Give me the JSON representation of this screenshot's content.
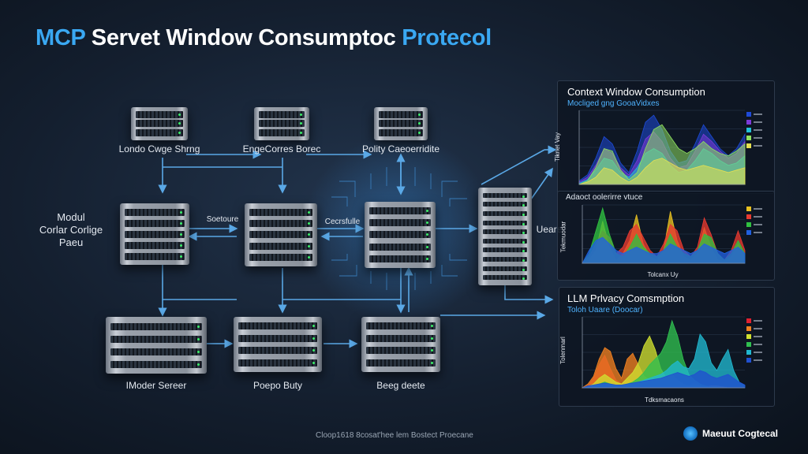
{
  "header": {
    "title_part1": "MCP",
    "title_part2": "Servet Window Consumptoc",
    "title_part3": "Protecol"
  },
  "servers": {
    "top_left_label": "Londo Cwge Shrng",
    "top_mid_label": "EngeCorres Borec",
    "top_right_label": "Polity Caeoerridite",
    "left_side_label_1": "Modul",
    "left_side_label_2": "Corlar Corlige",
    "left_side_label_3": "Paeu",
    "mid_link_label": "Soetoure",
    "center_link_label": "Cecrsfulle",
    "right_tower_label": "Ueare",
    "bottom_left_label": "IModer Sereer",
    "bottom_mid_label": "Poepo Buty",
    "bottom_right_label": "Beeg deete"
  },
  "panels": {
    "panel1_title": "Context Window Consumption",
    "panel1_subtitle": "Mocliged gng GooaVidxes",
    "panel1_ylabel": "Tiknet Vay",
    "panel2_title": "Adaoct oolerirre vtuce",
    "panel2_ylabel": "Tekmuodar",
    "panel2_xlabel": "Tolcanx Uy",
    "panel3_title": "LLM Prlvacy Comsmption",
    "panel3_subtitle": "Toloh Uaare (Doocar)",
    "panel3_ylabel": "Tolenmarl",
    "panel3_xlabel": "Tdksmacaons"
  },
  "footer": {
    "caption": "Cloop1618 8cosat'hee lem Bostect Proecane",
    "brand": "Maeuut Cogtecal"
  },
  "chart_data": [
    {
      "type": "area",
      "x": [
        0,
        1,
        2,
        3,
        4,
        5,
        6,
        7,
        8,
        9,
        10,
        11,
        12,
        13,
        14,
        15,
        16,
        17,
        18,
        19,
        20
      ],
      "series": [
        {
          "color": "#1e4ad8",
          "values": [
            3,
            8,
            22,
            40,
            34,
            18,
            10,
            28,
            52,
            58,
            46,
            28,
            18,
            20,
            34,
            50,
            40,
            30,
            24,
            30,
            42
          ]
        },
        {
          "color": "#7c3ad8",
          "values": [
            2,
            6,
            16,
            30,
            26,
            14,
            8,
            20,
            38,
            44,
            36,
            22,
            14,
            16,
            28,
            42,
            36,
            28,
            22,
            26,
            36
          ]
        },
        {
          "color": "#22c0d8",
          "values": [
            1,
            4,
            12,
            22,
            20,
            10,
            6,
            14,
            26,
            30,
            26,
            16,
            10,
            12,
            20,
            30,
            26,
            20,
            16,
            18,
            24
          ]
        },
        {
          "color": "#8fe060",
          "values": [
            0,
            3,
            14,
            30,
            28,
            12,
            4,
            10,
            30,
            46,
            50,
            40,
            30,
            26,
            30,
            36,
            30,
            26,
            24,
            28,
            34
          ]
        },
        {
          "color": "#e8e050",
          "values": [
            0,
            2,
            6,
            14,
            12,
            6,
            2,
            6,
            14,
            20,
            22,
            18,
            14,
            12,
            14,
            16,
            14,
            12,
            10,
            12,
            14
          ]
        }
      ]
    },
    {
      "type": "area",
      "x": [
        0,
        1,
        2,
        3,
        4,
        5,
        6,
        7,
        8,
        9,
        10,
        11,
        12,
        13,
        14,
        15,
        16,
        17,
        18,
        19,
        20,
        21,
        22,
        23,
        24
      ],
      "series": [
        {
          "color": "#e8c020",
          "values": [
            0,
            2,
            8,
            26,
            10,
            2,
            6,
            14,
            30,
            12,
            4,
            2,
            8,
            32,
            14,
            4,
            2,
            6,
            22,
            10,
            2,
            1,
            4,
            12,
            4
          ]
        },
        {
          "color": "#e83a30",
          "values": [
            0,
            4,
            12,
            20,
            16,
            6,
            10,
            20,
            24,
            16,
            8,
            4,
            12,
            24,
            20,
            8,
            4,
            10,
            28,
            18,
            6,
            2,
            8,
            20,
            8
          ]
        },
        {
          "color": "#30c040",
          "values": [
            0,
            6,
            20,
            34,
            18,
            6,
            4,
            10,
            18,
            10,
            6,
            4,
            8,
            18,
            10,
            6,
            4,
            8,
            18,
            16,
            6,
            2,
            6,
            14,
            6
          ]
        },
        {
          "color": "#2060e0",
          "values": [
            0,
            8,
            14,
            16,
            12,
            8,
            6,
            8,
            10,
            8,
            6,
            6,
            8,
            12,
            10,
            8,
            6,
            8,
            12,
            10,
            8,
            6,
            8,
            10,
            6
          ]
        }
      ]
    },
    {
      "type": "area",
      "x": [
        0,
        1,
        2,
        3,
        4,
        5,
        6,
        7,
        8,
        9,
        10,
        11,
        12,
        13,
        14,
        15,
        16,
        17,
        18,
        19,
        20,
        21,
        22,
        23,
        24,
        25,
        26,
        27,
        28,
        29
      ],
      "series": [
        {
          "color": "#e02030",
          "values": [
            0,
            2,
            10,
            24,
            34,
            20,
            8,
            4,
            10,
            6,
            3,
            2,
            4,
            2,
            1,
            2,
            4,
            2,
            1,
            2,
            6,
            3,
            1,
            2,
            2,
            1,
            0,
            0,
            0,
            0
          ]
        },
        {
          "color": "#f08020",
          "values": [
            0,
            4,
            12,
            30,
            42,
            38,
            20,
            10,
            30,
            36,
            24,
            12,
            8,
            4,
            2,
            4,
            6,
            4,
            2,
            2,
            4,
            2,
            1,
            2,
            2,
            1,
            0,
            0,
            0,
            0
          ]
        },
        {
          "color": "#d0e030",
          "values": [
            0,
            1,
            4,
            10,
            14,
            10,
            6,
            4,
            10,
            16,
            26,
            44,
            54,
            40,
            20,
            10,
            14,
            8,
            4,
            2,
            2,
            2,
            1,
            1,
            1,
            0,
            0,
            0,
            0,
            0
          ]
        },
        {
          "color": "#30c050",
          "values": [
            0,
            1,
            2,
            4,
            6,
            4,
            2,
            2,
            4,
            6,
            10,
            16,
            24,
            30,
            36,
            48,
            70,
            54,
            30,
            14,
            8,
            4,
            2,
            1,
            1,
            0,
            0,
            0,
            0,
            0
          ]
        },
        {
          "color": "#20b8d0",
          "values": [
            0,
            1,
            2,
            3,
            4,
            3,
            2,
            2,
            3,
            4,
            6,
            8,
            10,
            12,
            14,
            18,
            24,
            28,
            22,
            20,
            30,
            56,
            48,
            26,
            18,
            30,
            40,
            18,
            6,
            2
          ]
        },
        {
          "color": "#2050d0",
          "values": [
            0,
            2,
            3,
            4,
            5,
            4,
            3,
            3,
            4,
            5,
            6,
            7,
            8,
            9,
            10,
            12,
            14,
            16,
            14,
            12,
            14,
            18,
            16,
            12,
            10,
            12,
            14,
            10,
            6,
            3
          ]
        }
      ]
    }
  ]
}
